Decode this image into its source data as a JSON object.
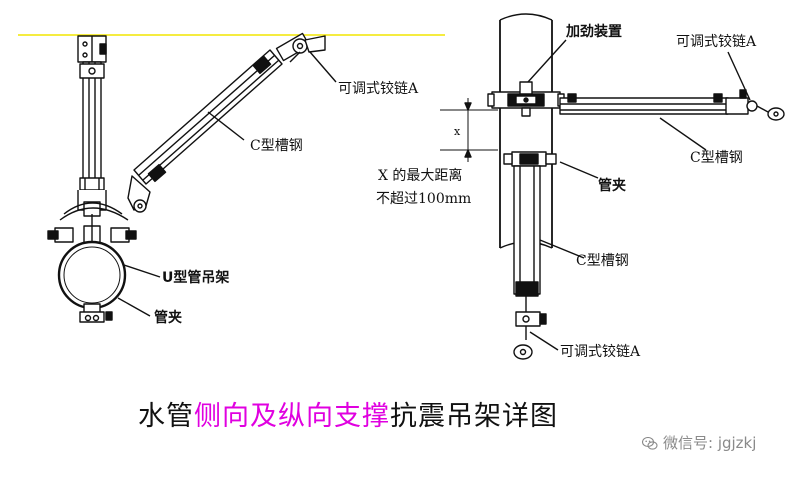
{
  "labels": {
    "left_hinge": "可调式铰链A",
    "left_channel": "C型槽钢",
    "left_u_hanger": "U型管吊架",
    "left_clamp": "管夹",
    "right_stiffener": "加劲装置",
    "right_hinge_top": "可调式铰链A",
    "right_channel_horizontal": "C型槽钢",
    "right_distance_line1": "X 的最大距离",
    "right_distance_line2": "不超过100mm",
    "right_clamp": "管夹",
    "right_channel_vertical": "C型槽钢",
    "right_hinge_bottom": "可调式铰链A",
    "dimension_x": "x"
  },
  "caption": {
    "part1": "水管",
    "part2": "侧向及纵向支撑",
    "part3": "抗震吊架详图"
  },
  "colors": {
    "caption_black": "#111111",
    "caption_magenta": "#e000e0",
    "ceiling_line": "#f2e600",
    "watermark": "#8a8a8a"
  },
  "watermark": {
    "text": "微信号: jgjzkj",
    "icon": "wechat-icon"
  }
}
